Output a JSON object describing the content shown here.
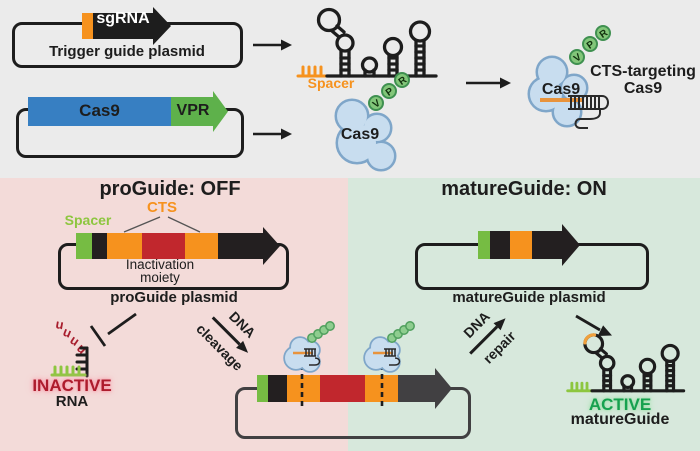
{
  "colors": {
    "top_bg": "#ebebeb",
    "off_bg": "#f3dbd9",
    "on_bg": "#d7e8dc",
    "orange": "#f6921e",
    "cas9_blue": "#377fc2",
    "vpr_green": "#5eb14b",
    "segment_green": "#76bc43",
    "segment_red": "#c1272d",
    "label_green": "#8dc63f",
    "inactive_red": "#ad1c2d",
    "active_green": "#16a14f",
    "blob_fill": "#c8ddef",
    "blob_stroke": "#7fa6c9",
    "bead_fill": "#82c679",
    "bead_stroke": "#3f9050",
    "dark_gray": "#414042"
  },
  "top_section": {
    "trigger_plasmid": {
      "gene": "sgRNA",
      "label": "Trigger guide plasmid"
    },
    "cas9_plasmid": {
      "cas9": "Cas9",
      "vpr": "VPR"
    },
    "sgrna": {
      "spacer": "Spacer"
    },
    "ribonucleoprotein": {
      "cas9": "Cas9",
      "beads": [
        "V",
        "P",
        "R"
      ]
    },
    "cts_cas9": {
      "cas9": "Cas9",
      "beads": [
        "V",
        "P",
        "R"
      ],
      "label_line1": "CTS-targeting",
      "label_line2": "Cas9"
    }
  },
  "off_panel": {
    "title": "proGuide: OFF",
    "cts": "CTS",
    "spacer": "Spacer",
    "moiety_line1": "Inactivation",
    "moiety_line2": "moiety",
    "plasmid_label": "proGuide plasmid",
    "inactive": {
      "u": [
        "u",
        "u",
        "u",
        "u"
      ],
      "status": "INACTIVE",
      "kind": "RNA"
    },
    "cleavage": {
      "line1": "DNA",
      "line2": "cleavage"
    }
  },
  "on_panel": {
    "title": "matureGuide: ON",
    "plasmid_label": "matureGuide plasmid",
    "repair": {
      "line1": "DNA",
      "line2": "repair"
    },
    "active": {
      "status": "ACTIVE",
      "kind": "matureGuide"
    }
  }
}
